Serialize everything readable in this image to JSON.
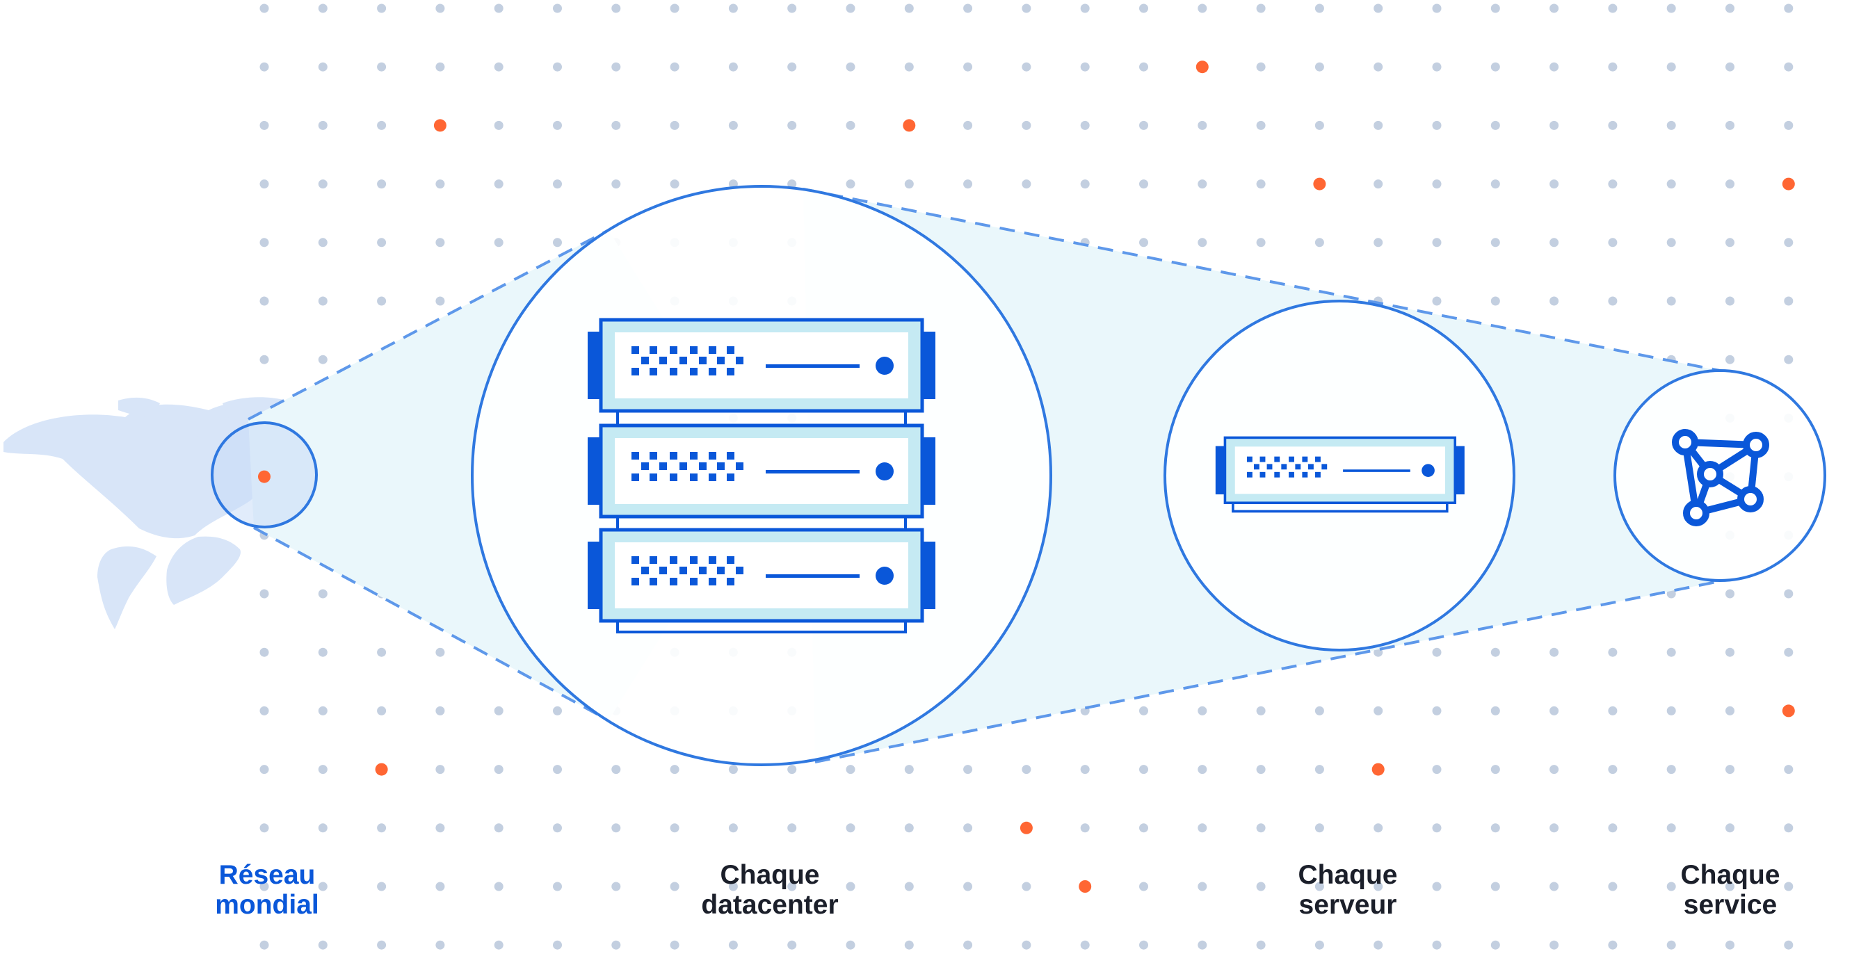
{
  "labels": {
    "global_network": [
      "Réseau",
      "mondial"
    ],
    "each_datacenter": [
      "Chaque",
      "datacenter"
    ],
    "each_server": [
      "Chaque",
      "serveur"
    ],
    "each_service": [
      "Chaque",
      "service"
    ]
  },
  "colors": {
    "accent_blue": "#0a57d9",
    "circle_stroke": "#2f78e0",
    "dash": "#5e98ea",
    "cone_fill": "#eaf7fb",
    "map": "#d8e5f8",
    "grid_dot": "#c3cfe0",
    "highlight_dot": "#ff6633",
    "label_text": "#1b1f2a",
    "rack_fill": "#c5eaf3"
  },
  "highlight_dots": [
    [
      16,
      1
    ],
    [
      3,
      2
    ],
    [
      11,
      2
    ],
    [
      18,
      3
    ],
    [
      26,
      3
    ],
    [
      0,
      8
    ],
    [
      26,
      12
    ],
    [
      2,
      13
    ],
    [
      19,
      13
    ],
    [
      13,
      14
    ],
    [
      14,
      15
    ]
  ]
}
